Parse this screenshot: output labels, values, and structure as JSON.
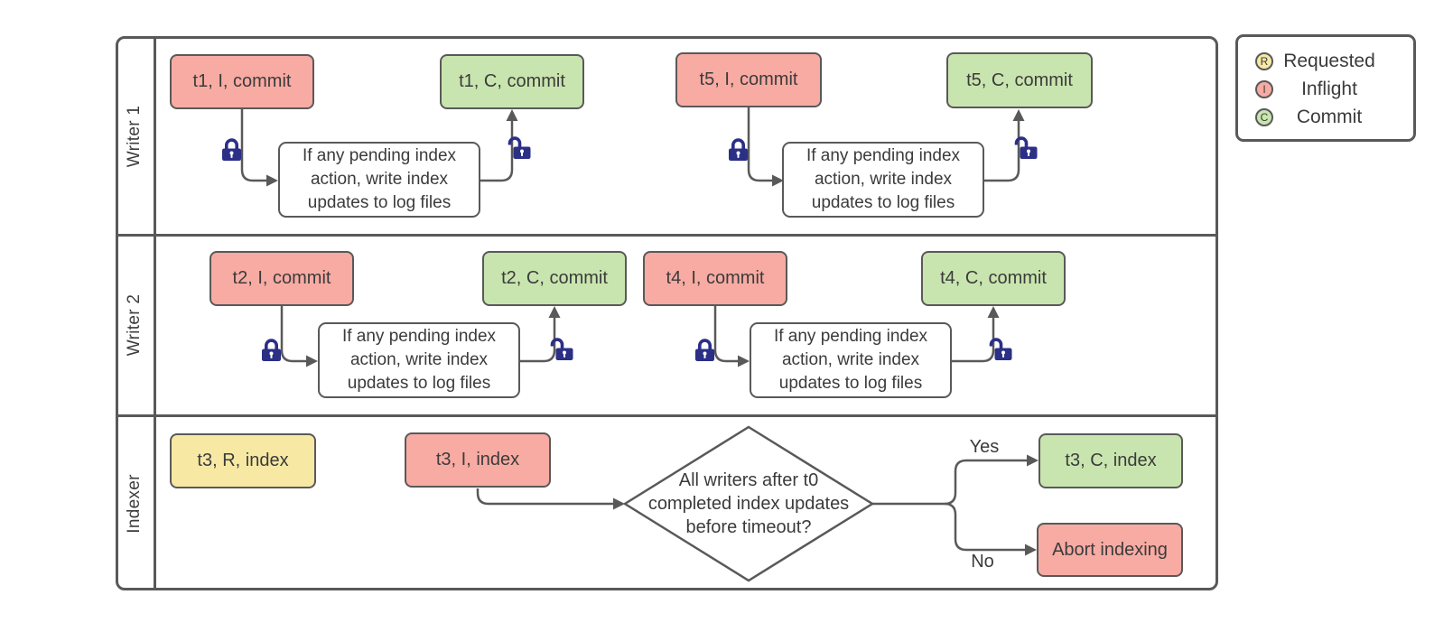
{
  "lanes": [
    {
      "label": "Writer 1"
    },
    {
      "label": "Writer 2"
    },
    {
      "label": "Indexer"
    }
  ],
  "nodes": {
    "t1_i": "t1, I, commit",
    "t1_c": "t1, C, commit",
    "t5_i": "t5, I, commit",
    "t5_c": "t5, C, commit",
    "t2_i": "t2, I, commit",
    "t2_c": "t2, C, commit",
    "t4_i": "t4, I, commit",
    "t4_c": "t4, C, commit",
    "t3_r": "t3, R, index",
    "t3_i": "t3, I, index",
    "t3_c": "t3, C, index",
    "abort": "Abort indexing",
    "process": "If any pending index action, write index updates to log files",
    "decision": "All writers after t0 completed index updates before timeout?"
  },
  "edge_labels": {
    "yes": "Yes",
    "no": "No"
  },
  "legend": {
    "items": [
      {
        "symbol": "R",
        "label": "Requested",
        "color": "#F7E9A4"
      },
      {
        "symbol": "I",
        "label": "Inflight",
        "color": "#F8ABA3"
      },
      {
        "symbol": "C",
        "label": "Commit",
        "color": "#C9E5AF"
      }
    ]
  },
  "colors": {
    "inflight_fill": "#F8ABA3",
    "commit_fill": "#C9E5AF",
    "requested_fill": "#F7E9A4",
    "stroke": "#595959",
    "lock": "#2B2F86",
    "background": "#FFFFFF"
  }
}
